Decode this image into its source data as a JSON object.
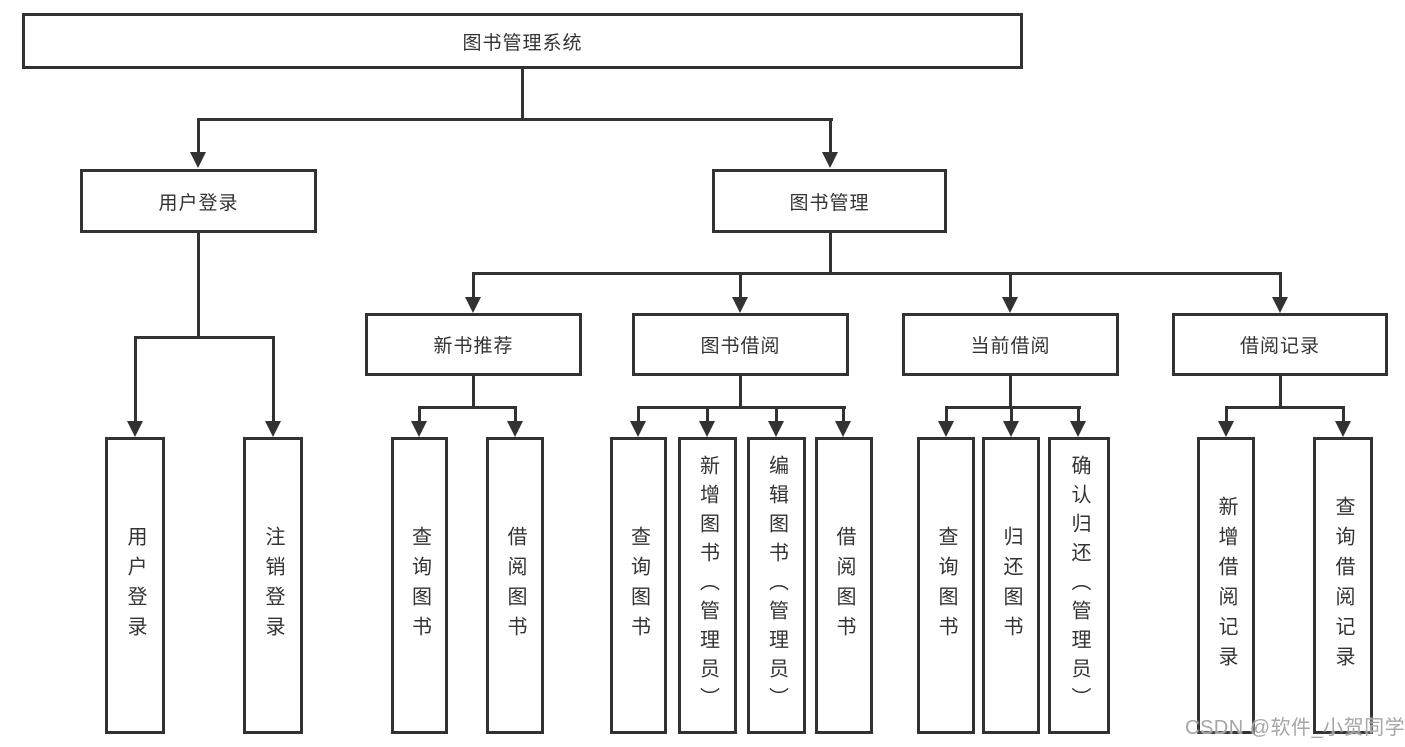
{
  "diagram": {
    "root": "图书管理系统",
    "level1": {
      "login": "用户登录",
      "mgmt": "图书管理"
    },
    "level2": {
      "newbook": "新书推荐",
      "borrow": "图书借阅",
      "current": "当前借阅",
      "records": "借阅记录"
    },
    "leaves": {
      "login1": "用户登录",
      "login2": "注销登录",
      "newbook1": "查询图书",
      "newbook2": "借阅图书",
      "borrow1": "查询图书",
      "borrow2": "新增图书（管理员）",
      "borrow3": "编辑图书（管理员）",
      "borrow4": "借阅图书",
      "current1": "查询图书",
      "current2": "归还图书",
      "current3": "确认归还（管理员）",
      "records1": "新增借阅记录",
      "records2": "查询借阅记录"
    }
  },
  "watermark": "CSDN @软件_小贺同学",
  "colors": {
    "line": "#323232",
    "text": "#333333",
    "watermark": "#a6a6a6",
    "background": "#ffffff"
  }
}
